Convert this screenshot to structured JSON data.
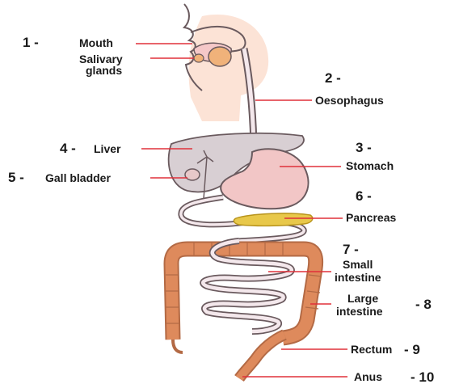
{
  "diagram": {
    "labels": [
      {
        "id": "mouth",
        "number": "1 -",
        "name": "Mouth"
      },
      {
        "id": "salivary",
        "name_lines": [
          "Salivary",
          "glands"
        ]
      },
      {
        "id": "oesophagus",
        "number": "2 -",
        "name": "Oesophagus"
      },
      {
        "id": "stomach",
        "number": "3 -",
        "name": "Stomach"
      },
      {
        "id": "liver",
        "number": "4 -",
        "name": "Liver"
      },
      {
        "id": "gall-bladder",
        "number": "5 -",
        "name": "Gall bladder"
      },
      {
        "id": "pancreas",
        "number": "6 -",
        "name": "Pancreas"
      },
      {
        "id": "small-intestine",
        "number": "7 -",
        "name_lines": [
          "Small",
          "intestine"
        ]
      },
      {
        "id": "large-intestine",
        "number": "- 8",
        "name_lines": [
          "Large",
          "intestine"
        ]
      },
      {
        "id": "rectum",
        "number": "- 9",
        "name": "Rectum"
      },
      {
        "id": "anus",
        "number": "- 10",
        "name": "Anus"
      }
    ],
    "colors": {
      "leader_line": "#e0303a",
      "head_skin": "#fce3d6",
      "organ_outline": "#6a5a5e",
      "liver": "#d8cfd3",
      "stomach": "#f2c6c6",
      "pancreas": "#e8c84a",
      "colon": "#de8a5c",
      "small_intestine": "#f4e8ec",
      "salivary_gland": "#f0b27a"
    }
  }
}
